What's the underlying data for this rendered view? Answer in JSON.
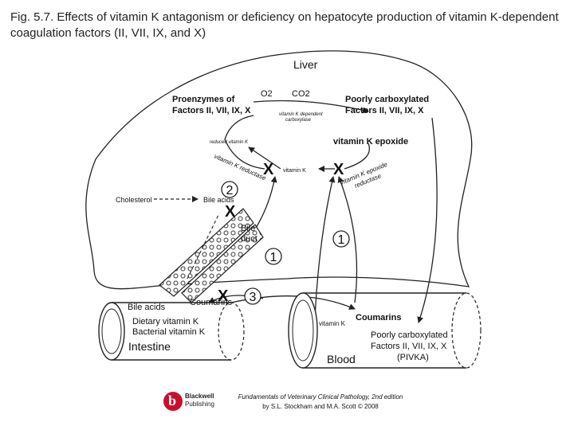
{
  "caption": "Fig. 5.7. Effects of vitamin K antagonism or deficiency on hepatocyte production of vitamin K-dependent coagulation factors (II, VII, IX, and X)",
  "liver": {
    "title": "Liver",
    "proenzymes": [
      "Proenzymes of",
      "Factors II, VII, IX, X"
    ],
    "o2": "O2",
    "co2": "CO2",
    "poorly_carb": [
      "Poorly carboxylated",
      "Factors II, VII, IX, X"
    ],
    "carboxylase": [
      "vitamin K dependent",
      "carboxylase"
    ],
    "reduced_vitk": "reduced vitamin K",
    "vitk_epoxide": "vitamin K epoxide",
    "vitk": "vitamin K",
    "reductase_left": "vitamin K reductase",
    "reductase_right": [
      "vitamin K epoxide",
      "reductase"
    ],
    "cholesterol": "Cholesterol",
    "bile_acids": "Bile acids",
    "bile_duct": [
      "Bile",
      "duct"
    ],
    "x_mark": "X"
  },
  "markers": {
    "one_a": "1",
    "one_b": "1",
    "two": "2",
    "three": "3"
  },
  "intestine": {
    "bile_acids": "Bile acids",
    "coumarins": "Coumarins",
    "dietary": "Dietary vitamin K",
    "bacterial": "Bacterial vitamin K",
    "name": "Intestine"
  },
  "blood": {
    "vitk": "vitamin K",
    "coumarins": "Coumarins",
    "poorly_carb": [
      "Poorly carboxylated",
      "Factors II, VII, IX, X",
      "(PIVKA)"
    ],
    "name": "Blood"
  },
  "publisher": {
    "line1": "Blackwell",
    "line2": "Publishing",
    "logo_letter": "b"
  },
  "credit": {
    "line1": "Fundamentals of Veterinary Clinical Pathology, 2nd edition",
    "line2": "by S.L. Stockham and M.A. Scott © 2008"
  },
  "colors": {
    "line": "#222222",
    "publisher_red": "#c8102e"
  }
}
